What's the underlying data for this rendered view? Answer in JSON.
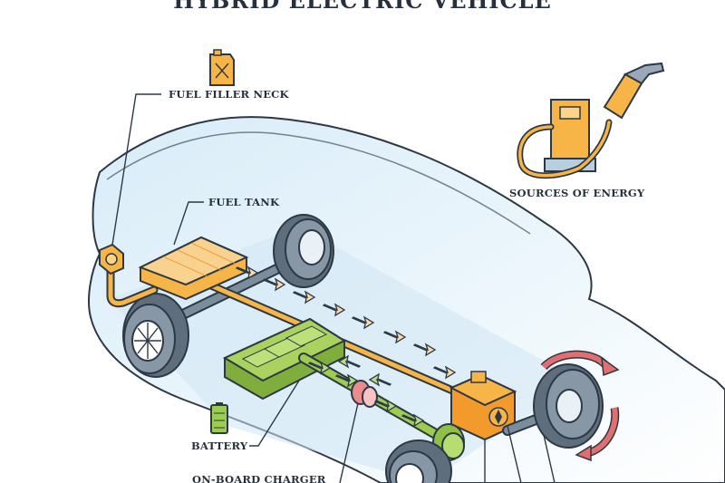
{
  "title": "HYBRID ELECTRIC VEHICLE",
  "labels": {
    "fuel_filler_neck": "FUEL FILLER NECK",
    "fuel_tank": "FUEL TANK",
    "sources_of_energy": "SOURCES OF ENERGY",
    "battery": "BATTERY",
    "on_board_charger": "ON-BOARD CHARGER"
  },
  "colors": {
    "outline": "#2d3845",
    "body_fill": "#e3f1f9",
    "fuel": "#f6b546",
    "battery": "#9ccc50",
    "charger": "#f29c9c",
    "tire": "#6c7b8b",
    "rotation_arrow": "#e26f6f"
  }
}
